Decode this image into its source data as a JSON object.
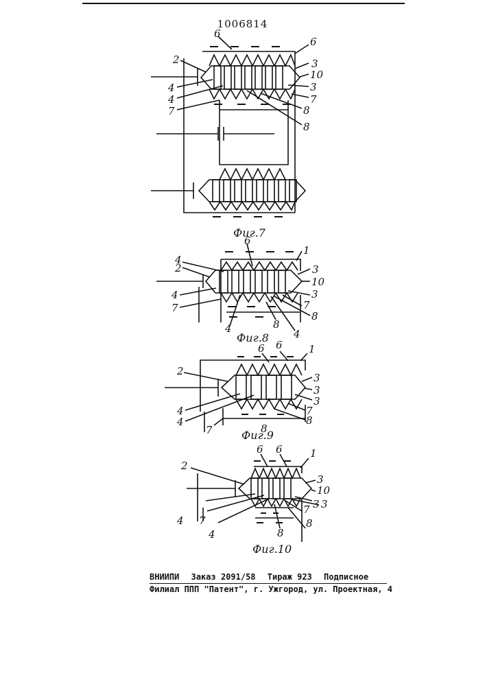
{
  "patent_number": "1006814",
  "figures": [
    {
      "caption": "Фиг.7",
      "labels": [
        "2",
        "4",
        "4",
        "7",
        "6",
        "6",
        "3",
        "10",
        "3",
        "7",
        "8",
        "8"
      ]
    },
    {
      "caption": "Фиг.8",
      "labels": [
        "6",
        "1",
        "2",
        "4",
        "3",
        "10",
        "4",
        "7",
        "3",
        "7",
        "8",
        "8",
        "4",
        "4"
      ]
    },
    {
      "caption": "Фиг.9",
      "labels": [
        "6",
        "6",
        "1",
        "2",
        "3",
        "3",
        "3",
        "7",
        "8",
        "4",
        "4",
        "7",
        "8"
      ]
    },
    {
      "caption": "Фиг.10",
      "labels": [
        "6",
        "6",
        "1",
        "2",
        "3",
        "10",
        "3",
        "7",
        "3",
        "4",
        "7",
        "4",
        "8",
        "8"
      ]
    }
  ],
  "footer": {
    "org": "ВНИИПИ",
    "order": "Заказ 2091/58",
    "circulation": "Тираж 923",
    "subscription": "Подписное",
    "branch": "Филиал ППП \"Патент\", г. Ужгород, ул. Проектная, 4"
  }
}
